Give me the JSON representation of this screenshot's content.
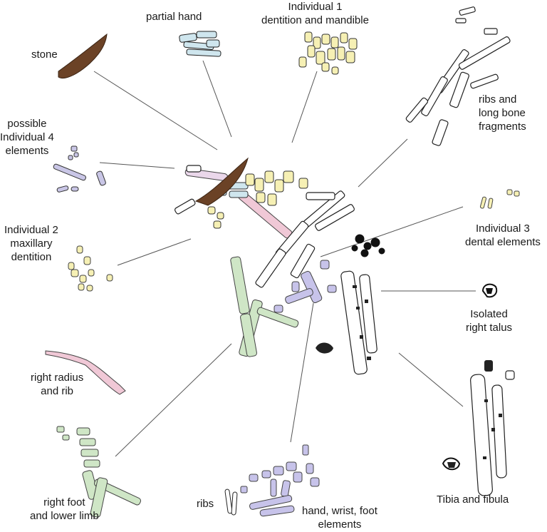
{
  "labels": {
    "stone": "stone",
    "partial_hand": "partial hand",
    "individual1": [
      "Individual 1",
      "dentition and mandible"
    ],
    "ribs_long": [
      "ribs and",
      "long bone",
      "fragments"
    ],
    "individual4": [
      "possible",
      "Individual 4",
      "elements"
    ],
    "individual2": [
      "Individual 2",
      "maxillary",
      "dentition"
    ],
    "individual3": [
      "Individual 3",
      "dental elements"
    ],
    "talus": [
      "Isolated",
      "right talus"
    ],
    "radius": [
      "right radius",
      "and rib"
    ],
    "foot": [
      "right foot",
      "and lower limb"
    ],
    "ribs": "ribs",
    "hand_wrist": [
      "hand, wrist, foot",
      "elements"
    ],
    "tibia": "Tibia and fibula"
  },
  "colors": {
    "stone": "#6b4226",
    "hand_blue": "#cfe6ee",
    "dental_yellow": "#f6f0b4",
    "ind4_purple": "#c9c6e6",
    "radius_pink": "#f0c8d6",
    "foot_green": "#cfe6c6",
    "hand_purple": "#c7c3ea",
    "outline": "#222222",
    "leader": "#555555"
  }
}
